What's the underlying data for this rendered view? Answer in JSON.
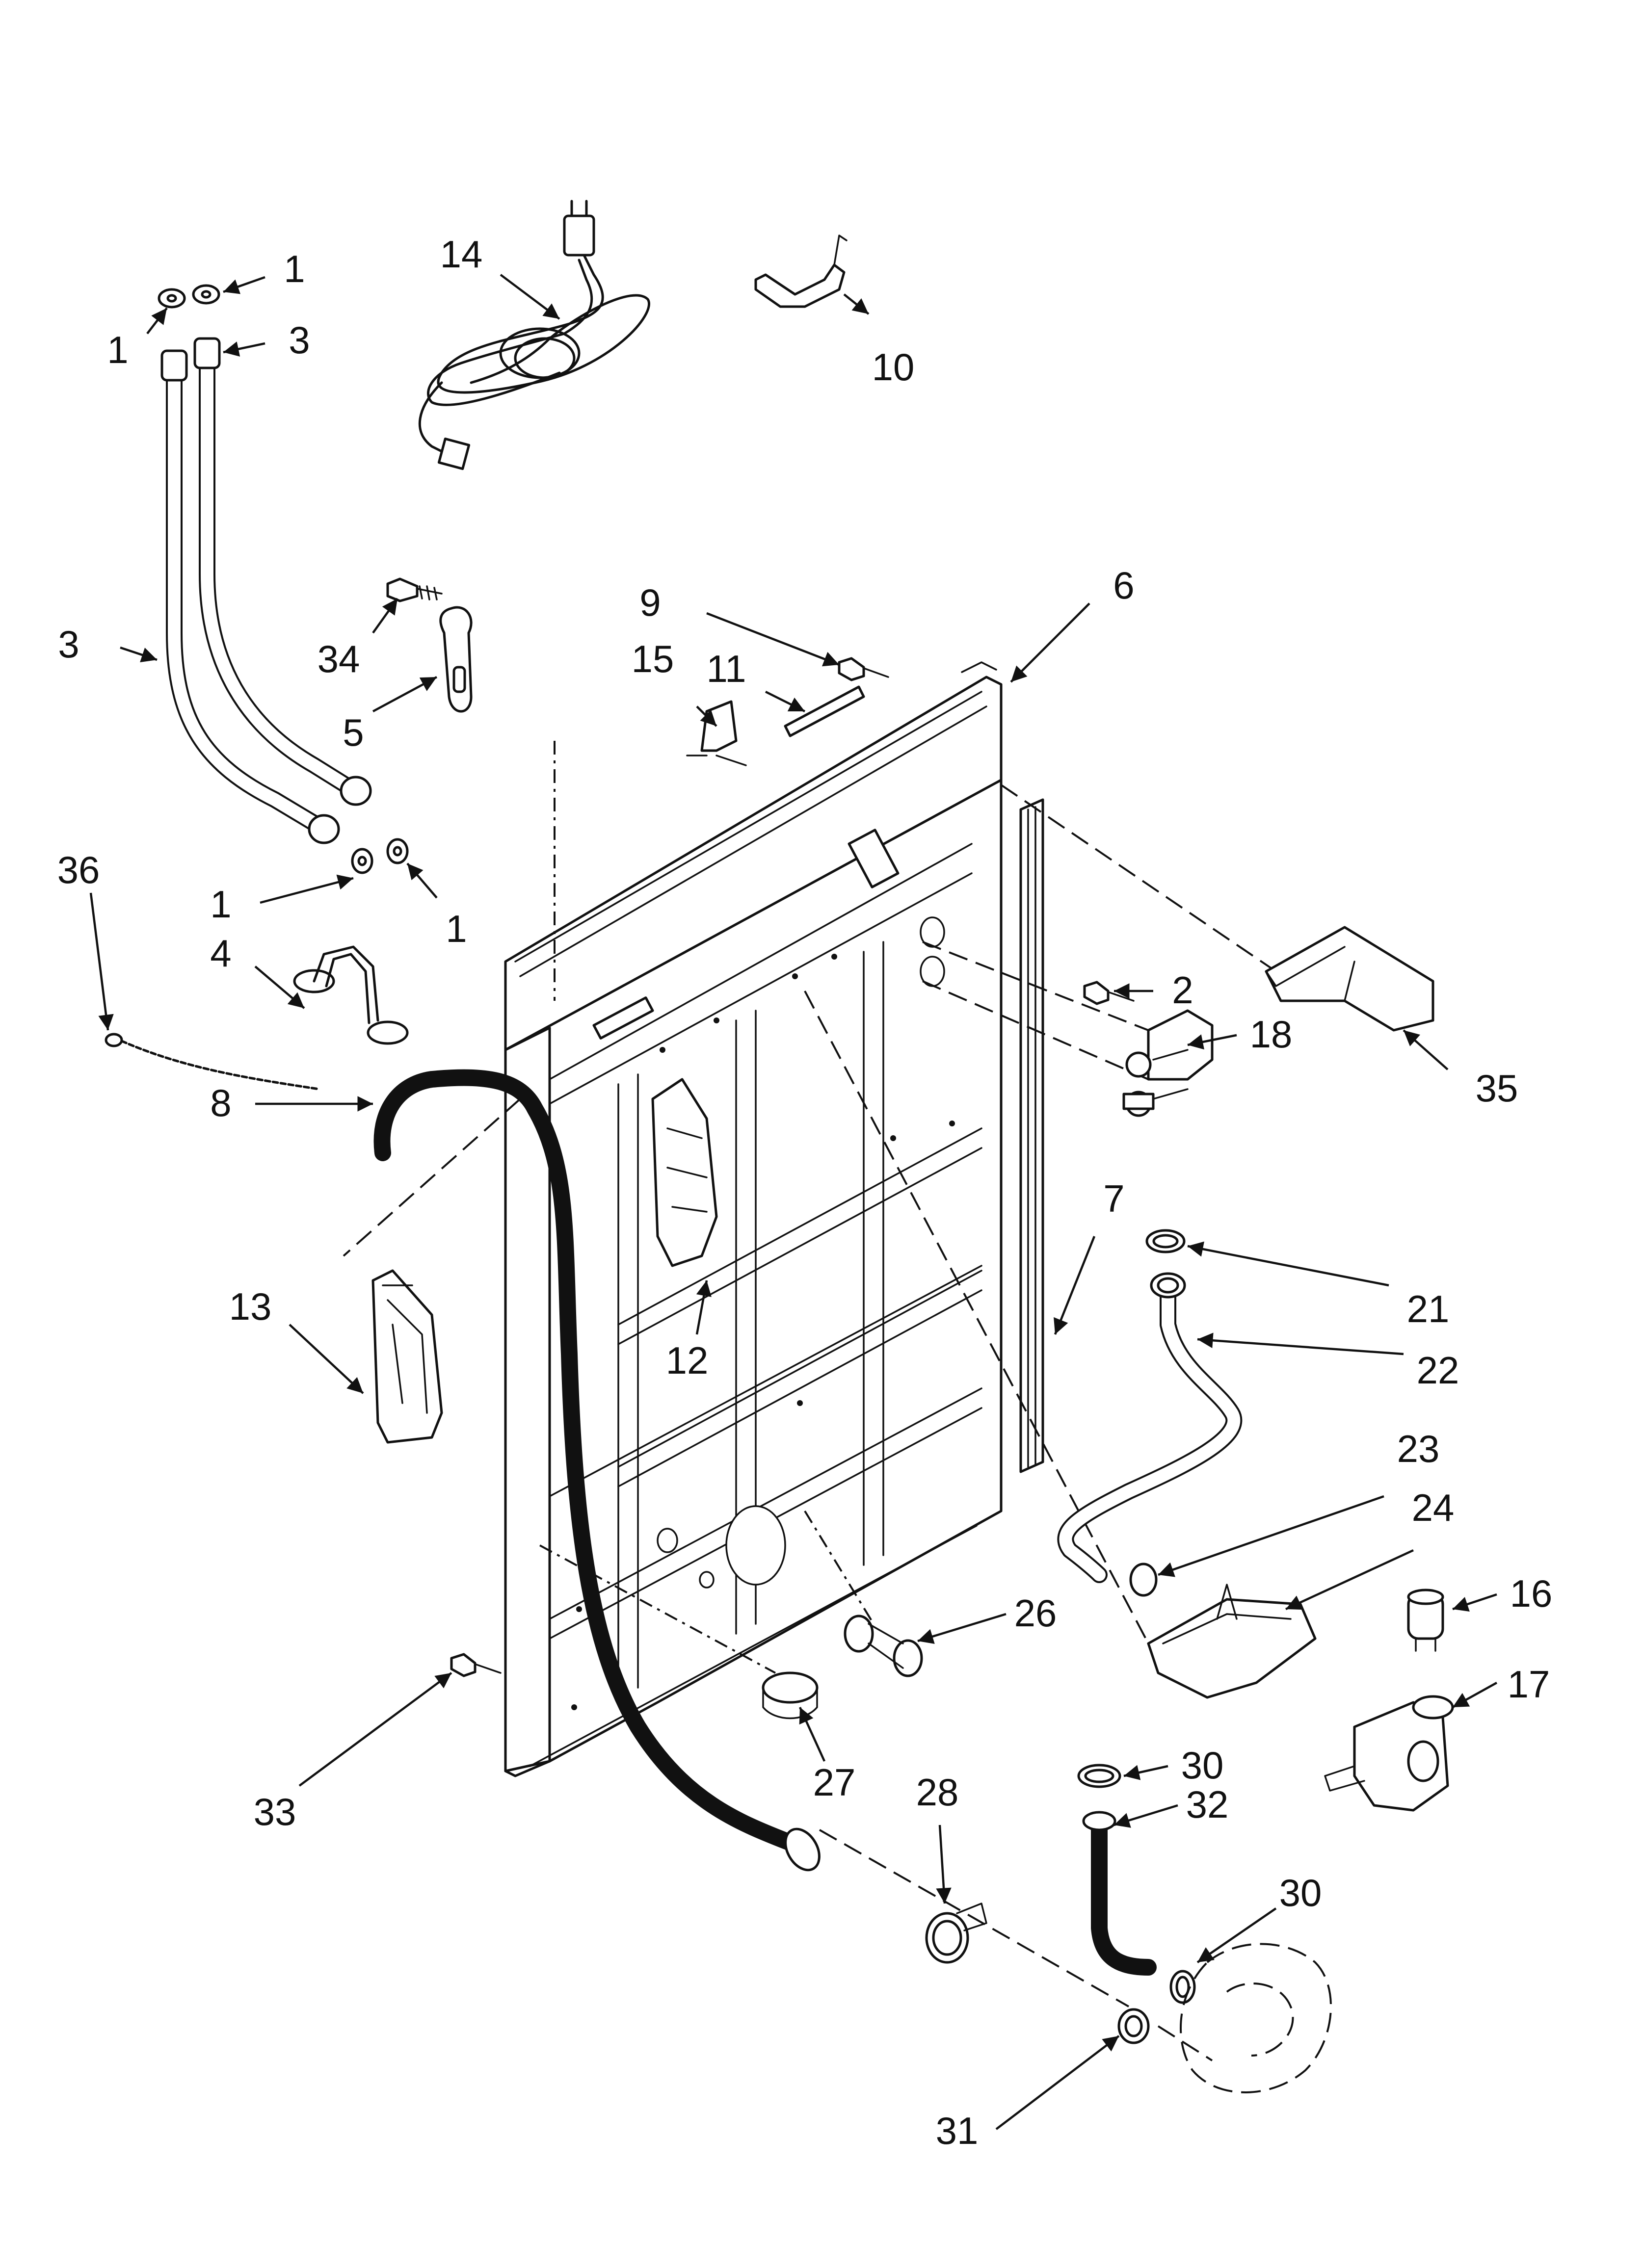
{
  "callouts": [
    {
      "key": "c1a",
      "text": "1"
    },
    {
      "key": "c1b",
      "text": "1"
    },
    {
      "key": "c1c",
      "text": "1"
    },
    {
      "key": "c1d",
      "text": "1"
    },
    {
      "key": "c2",
      "text": "2"
    },
    {
      "key": "c3a",
      "text": "3"
    },
    {
      "key": "c3b",
      "text": "3"
    },
    {
      "key": "c4",
      "text": "4"
    },
    {
      "key": "c5",
      "text": "5"
    },
    {
      "key": "c6",
      "text": "6"
    },
    {
      "key": "c7",
      "text": "7"
    },
    {
      "key": "c8",
      "text": "8"
    },
    {
      "key": "c9",
      "text": "9"
    },
    {
      "key": "c10",
      "text": "10"
    },
    {
      "key": "c11",
      "text": "11"
    },
    {
      "key": "c12",
      "text": "12"
    },
    {
      "key": "c13",
      "text": "13"
    },
    {
      "key": "c14",
      "text": "14"
    },
    {
      "key": "c15",
      "text": "15"
    },
    {
      "key": "c16",
      "text": "16"
    },
    {
      "key": "c17",
      "text": "17"
    },
    {
      "key": "c18",
      "text": "18"
    },
    {
      "key": "c21",
      "text": "21"
    },
    {
      "key": "c22",
      "text": "22"
    },
    {
      "key": "c23",
      "text": "23"
    },
    {
      "key": "c24",
      "text": "24"
    },
    {
      "key": "c26",
      "text": "26"
    },
    {
      "key": "c27",
      "text": "27"
    },
    {
      "key": "c28",
      "text": "28"
    },
    {
      "key": "c30a",
      "text": "30"
    },
    {
      "key": "c30b",
      "text": "30"
    },
    {
      "key": "c31",
      "text": "31"
    },
    {
      "key": "c32",
      "text": "32"
    },
    {
      "key": "c33",
      "text": "33"
    },
    {
      "key": "c34",
      "text": "34"
    },
    {
      "key": "c35",
      "text": "35"
    },
    {
      "key": "c36",
      "text": "36"
    }
  ]
}
